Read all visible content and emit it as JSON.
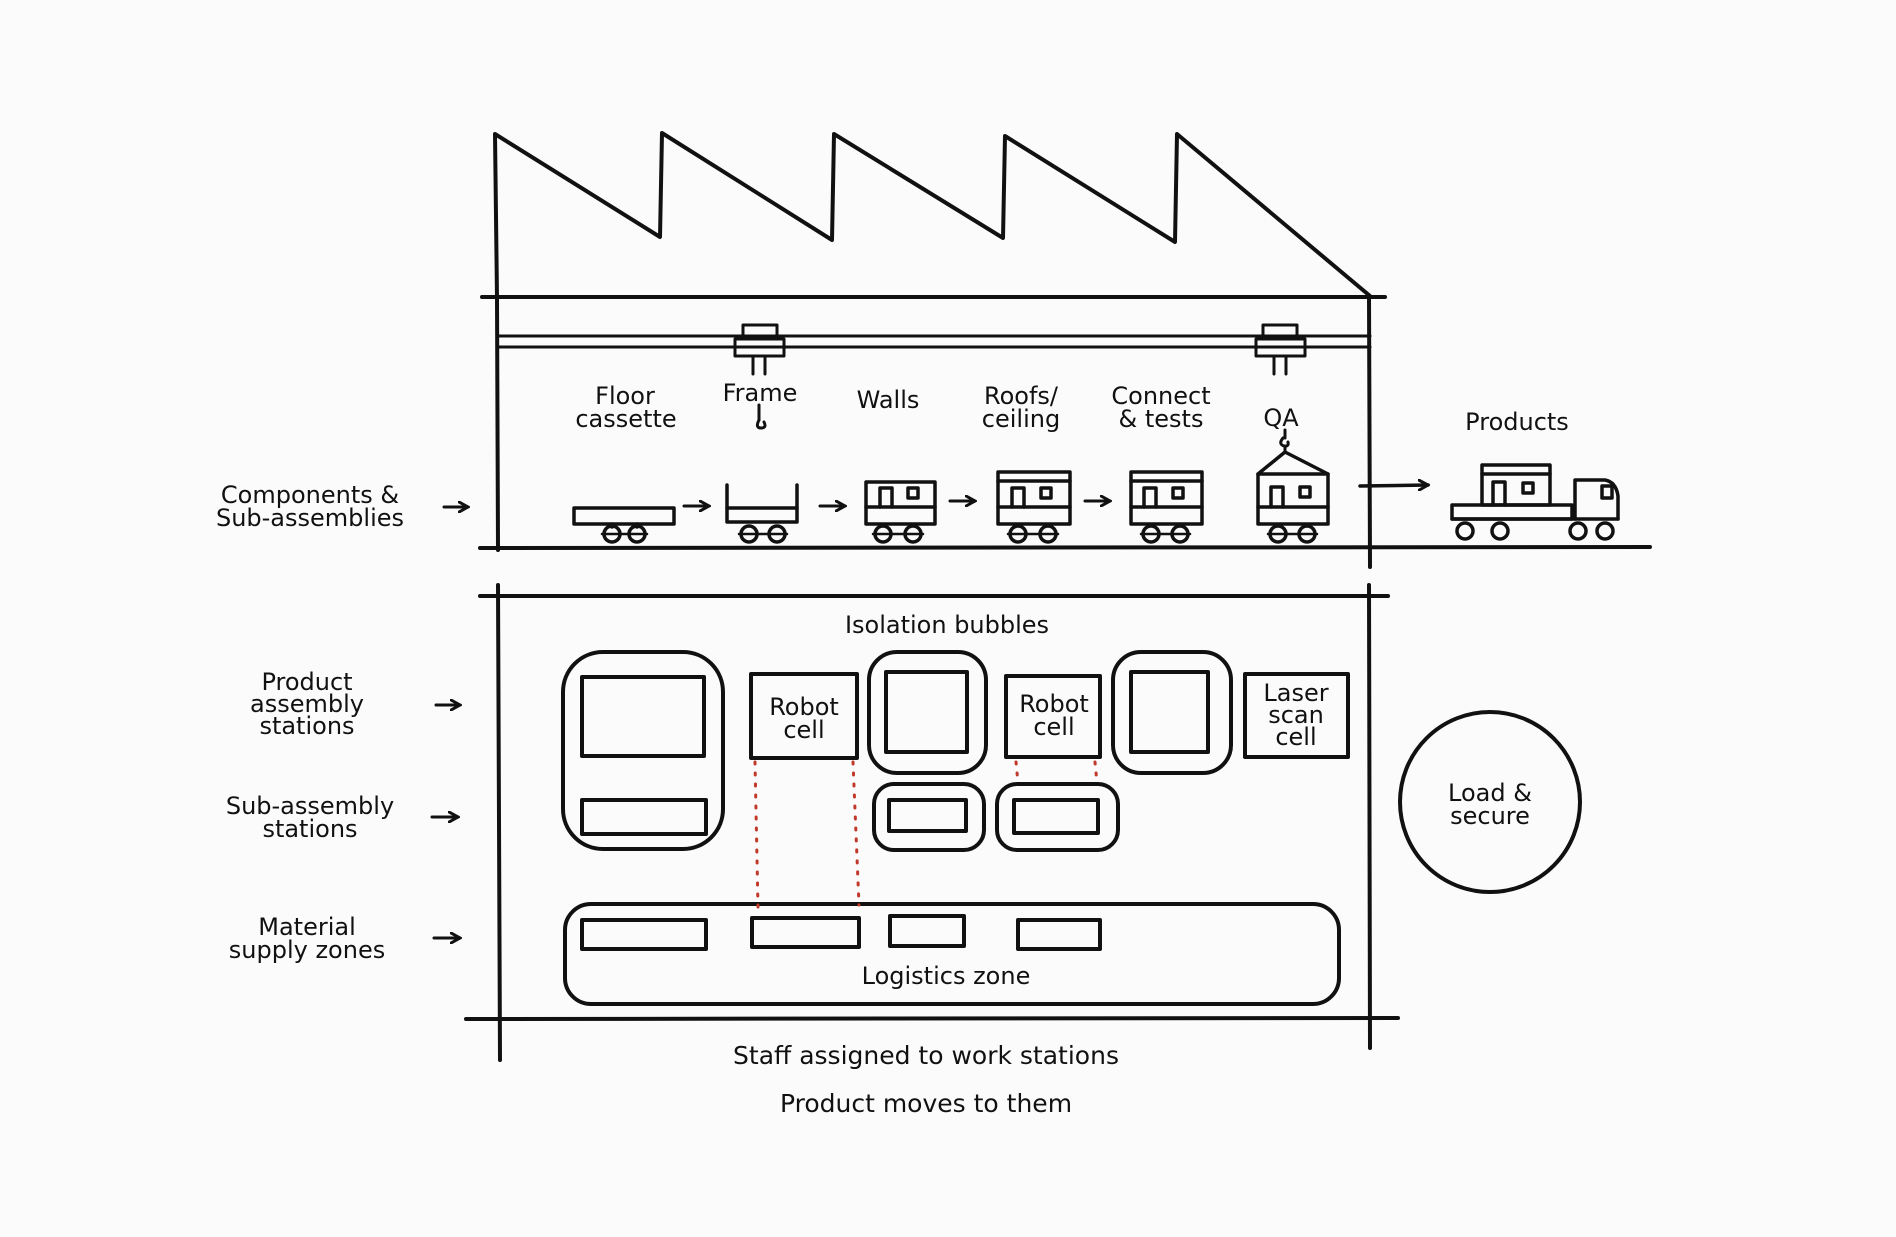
{
  "stations_top": {
    "floor_cassette": [
      "Floor",
      "cassette"
    ],
    "frame": [
      "Frame"
    ],
    "walls": [
      "Walls"
    ],
    "roofs_ceiling": [
      "Roofs/",
      "ceiling"
    ],
    "connect_tests": [
      "Connect",
      "& tests"
    ],
    "qa": [
      "QA"
    ],
    "products": [
      "Products"
    ]
  },
  "left_labels": {
    "components": [
      "Components &",
      "Sub-assemblies"
    ],
    "product_assembly": [
      "Product",
      "assembly",
      "stations"
    ],
    "sub_assembly": [
      "Sub-assembly",
      "stations"
    ],
    "material_supply": [
      "Material",
      "supply zones"
    ]
  },
  "lower_area": {
    "isolation_bubbles": "Isolation bubbles",
    "robot_cell_1": [
      "Robot",
      "cell"
    ],
    "robot_cell_2": [
      "Robot",
      "cell"
    ],
    "laser_scan_cell": [
      "Laser",
      "scan",
      "cell"
    ],
    "logistics_zone": "Logistics zone",
    "load_secure": [
      "Load &",
      "secure"
    ]
  },
  "footer": {
    "line1": "Staff assigned to work stations",
    "line2": "Product moves to them"
  },
  "colors": {
    "ink": "#111111",
    "dotted_link": "#c0392b",
    "background": "#fbfbfb"
  }
}
